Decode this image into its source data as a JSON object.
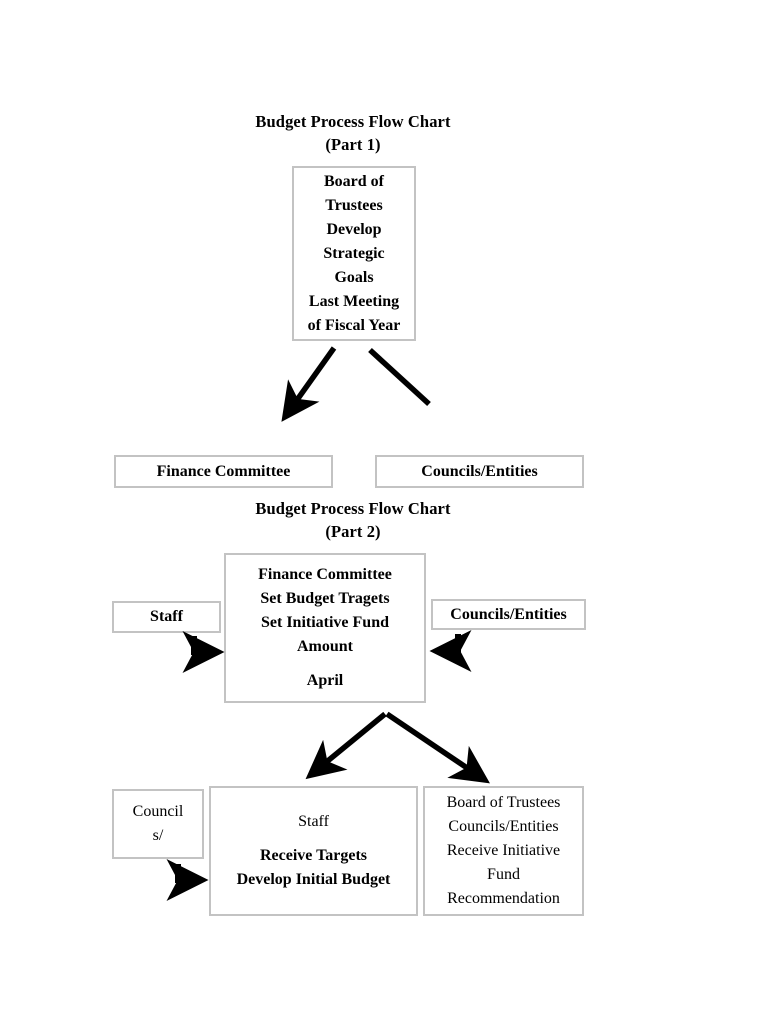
{
  "document": {
    "background_color": "#ffffff",
    "text_color": "#000000",
    "box_border_color": "#c3c3c3"
  },
  "titles": {
    "part1": "Budget Process Flow Chart\n(Part 1)",
    "part2": "Budget Process Flow Chart\n(Part 2)"
  },
  "part1": {
    "board_box": {
      "lines": [
        "Board of",
        "Trustees",
        "Develop",
        "Strategic",
        "Goals",
        "Last Meeting",
        "of Fiscal Year"
      ]
    },
    "finance_committee_box": {
      "label": "Finance Committee"
    },
    "councils_entities_box": {
      "label": "Councils/Entities"
    }
  },
  "part2": {
    "staff_box": {
      "label": "Staff"
    },
    "finance_committee_box": {
      "lines": [
        "Finance Committee",
        "Set Budget Tragets",
        "Set Initiative Fund",
        "Amount",
        "",
        "April"
      ]
    },
    "councils_entities_box": {
      "label": "Councils/Entities"
    },
    "councils_wrapped_box": {
      "lines": [
        "Council",
        "s/"
      ]
    },
    "staff_receive_box": {
      "heading": "Staff",
      "lines": [
        "Receive Targets",
        "Develop Initial Budget"
      ]
    },
    "board_receive_box": {
      "lines": [
        "Board of Trustees",
        "Councils/Entities",
        "Receive Initiative",
        "Fund",
        "Recommendation"
      ]
    }
  },
  "connectors": [
    {
      "name": "board-to-finance-committee",
      "style": "diagonal-arrow",
      "direction": "down-left",
      "arrowhead": true
    },
    {
      "name": "board-to-councils-entities",
      "style": "diagonal-line",
      "direction": "down-right",
      "arrowhead": false
    },
    {
      "name": "staff-to-finance-committee",
      "style": "elbow-arrow",
      "direction": "down-then-right",
      "arrowhead": true
    },
    {
      "name": "councils-to-finance-committee",
      "style": "elbow-arrow",
      "direction": "down-then-left",
      "arrowhead": true
    },
    {
      "name": "finance-committee-to-staff-receive",
      "style": "diagonal-arrow",
      "direction": "down-left",
      "arrowhead": true
    },
    {
      "name": "finance-committee-to-board-receive",
      "style": "diagonal-arrow",
      "direction": "down-right",
      "arrowhead": true
    },
    {
      "name": "councils-to-staff-receive",
      "style": "elbow-arrow",
      "direction": "down-then-right",
      "arrowhead": true
    }
  ]
}
